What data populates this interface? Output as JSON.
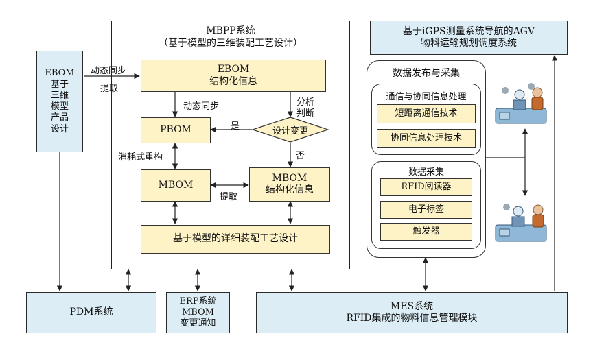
{
  "ebom_left": {
    "lines": [
      "EBOM",
      "基于",
      "三维",
      "模型",
      "产品",
      "设计"
    ]
  },
  "mbpp": {
    "title": "MBPP系统",
    "subtitle": "（基于模型的三维装配工艺设计）"
  },
  "ebom_struct": {
    "line1": "EBOM",
    "line2": "结构化信息"
  },
  "pbom": "PBOM",
  "decision": "设计变更",
  "mbom": "MBOM",
  "mbom_struct": {
    "line1": "MBOM",
    "line2": "结构化信息"
  },
  "detail_design": "基于模型的详细装配工艺设计",
  "labels": {
    "dynamic_sync_top": "动态同步",
    "extract_top": "提取",
    "dynamic_sync_mid": "动态同步",
    "analyze": "分析",
    "judge": "判断",
    "yes": "是",
    "no": "否",
    "consumable_reconstruct": "消耗式重构",
    "extract_mid": "提取"
  },
  "igps": {
    "line1": "基于iGPS测量系统导航的AGV",
    "line2": "物料运输规划调度系统"
  },
  "data_pub": {
    "title": "数据发布与采集",
    "comm_title": "通信与协同信息处理",
    "comm_items": [
      "短距离通信技术",
      "协同信息处理技术"
    ],
    "collect_title": "数据采集",
    "collect_items": [
      "RFID阅读器",
      "电子标签",
      "触发器"
    ]
  },
  "pdm": "PDM系统",
  "erp": {
    "lines": [
      "ERP系统",
      "MBOM",
      "变更通知"
    ]
  },
  "mes": {
    "line1": "MES系统",
    "line2": "RFID集成的物料信息管理模块"
  },
  "colors": {
    "blue_fill": "#dcedf6",
    "yellow_fill": "#fdf3c7",
    "line": "#222222"
  }
}
